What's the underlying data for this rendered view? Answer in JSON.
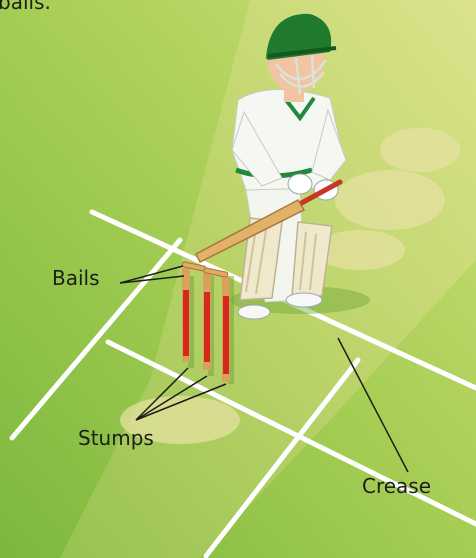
{
  "labels": {
    "top_fragment": "bails.",
    "bails": "Bails",
    "stumps": "Stumps",
    "crease": "Crease"
  },
  "colors": {
    "grass_light": "#c9dc78",
    "grass_mid": "#a6cc55",
    "grass_dark": "#7cb83d",
    "pitch": "#d6d98a",
    "line_white": "#ffffff",
    "stump_wood": "#d9a25c",
    "stump_stripe": "#d42a1e",
    "helmet": "#1f7a2e",
    "kit": "#f5f7f2",
    "kit_trim": "#1e8a3a",
    "pad": "#f0ead2",
    "bat": "#e3b26a",
    "skin": "#f2c4a2"
  }
}
